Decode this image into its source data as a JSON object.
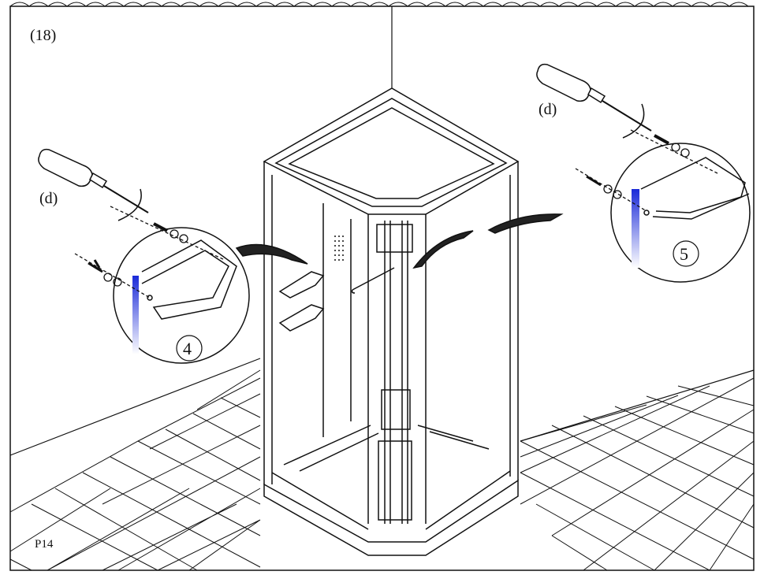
{
  "step_label": "(18)",
  "tool_left": "(d)",
  "tool_right": "(d)",
  "callout_left": "4",
  "callout_right": "5",
  "page_number": "P14",
  "colors": {
    "line": "#111111",
    "accent": "#2233cc",
    "background": "#ffffff"
  }
}
